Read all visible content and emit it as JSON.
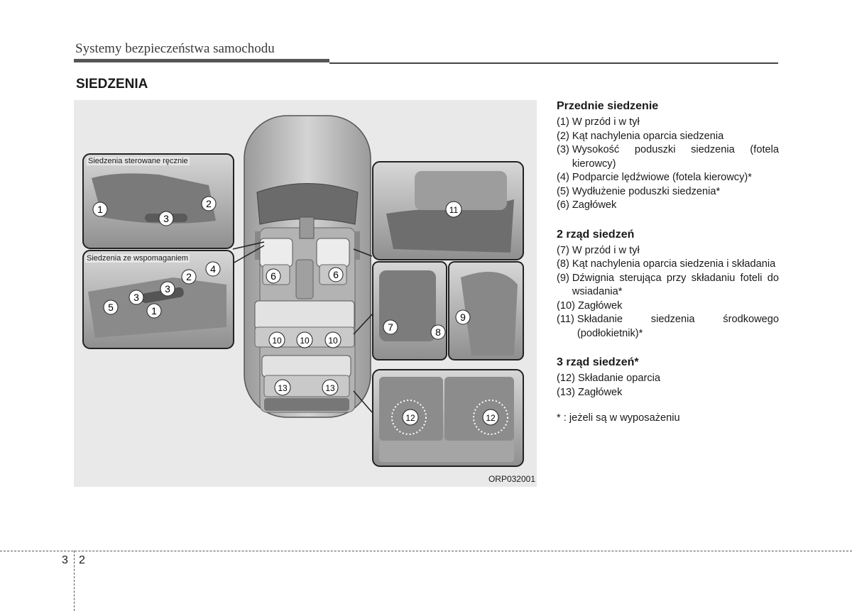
{
  "header": {
    "title": "Systemy bezpieczeństwa samochodu"
  },
  "section": {
    "title": "SIEDZENIA"
  },
  "figure": {
    "code": "ORP032001",
    "inset_manual_label": "Siedzenia sterowane ręcznie",
    "inset_power_label": "Siedzenia ze wspomaganiem"
  },
  "front": {
    "title": "Przednie siedzenie",
    "items": [
      {
        "num": "(1)",
        "text": "W przód i w tył"
      },
      {
        "num": "(2)",
        "text": "Kąt nachylenia oparcia siedzenia"
      },
      {
        "num": "(3)",
        "text": "Wysokość poduszki siedzenia (fotela kierowcy)"
      },
      {
        "num": "(4)",
        "text": "Podparcie lędźwiowe (fotela kierowcy)*"
      },
      {
        "num": "(5)",
        "text": "Wydłużenie poduszki siedzenia*"
      },
      {
        "num": "(6)",
        "text": "Zagłówek"
      }
    ]
  },
  "row2": {
    "title": "2 rząd siedzeń",
    "items": [
      {
        "num": "(7)",
        "text": "W przód i w tył"
      },
      {
        "num": "(8)",
        "text": "Kąt nachylenia oparcia siedzenia i składania"
      },
      {
        "num": "(9)",
        "text": "Dźwignia sterująca przy składaniu foteli do wsiadania*"
      },
      {
        "num": "(10)",
        "text": "Zagłówek"
      },
      {
        "num": "(11)",
        "text": "Składanie siedzenia środkowego (podłokietnik)*"
      }
    ]
  },
  "row3": {
    "title": "3 rząd siedzeń*",
    "items": [
      {
        "num": "(12)",
        "text": "Składanie oparcia"
      },
      {
        "num": "(13)",
        "text": "Zagłówek"
      }
    ]
  },
  "note": "* : jeżeli są w wyposażeniu",
  "footer": {
    "chapter": "3",
    "page": "2"
  },
  "callouts": {
    "c1": "1",
    "c2": "2",
    "c3": "3",
    "c4": "4",
    "c5": "5",
    "c6": "6",
    "c7": "7",
    "c8": "8",
    "c9": "9",
    "c10": "10",
    "c11": "11",
    "c12": "12",
    "c13": "13"
  }
}
